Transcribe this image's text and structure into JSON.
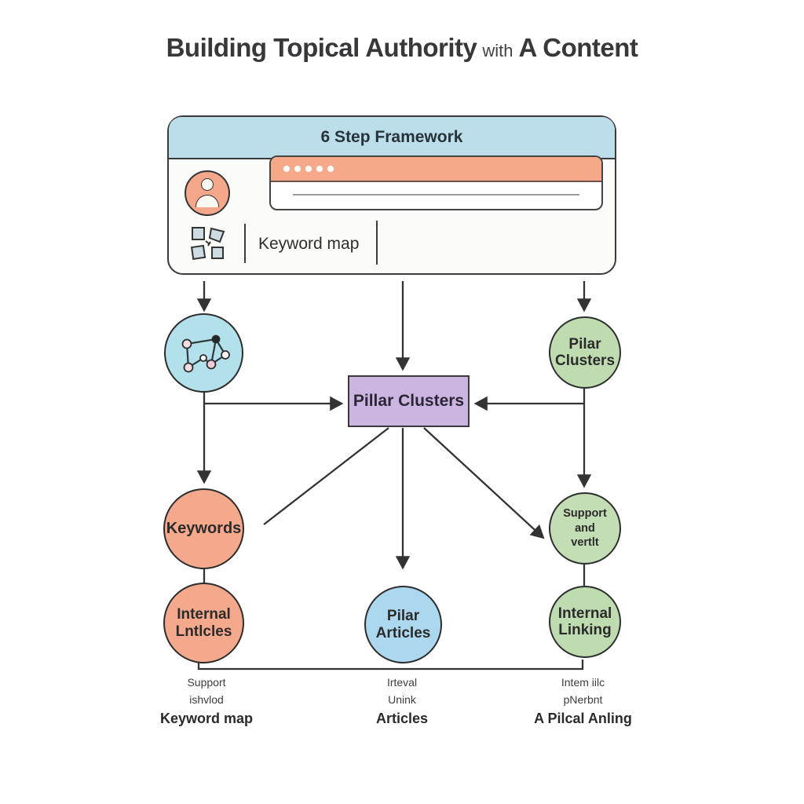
{
  "title": {
    "bold_left": "Building Topical Authority",
    "connector": "with",
    "bold_right": "A Content"
  },
  "framework_card": {
    "header": "6 Step Framework",
    "toolbar_dots": 5,
    "menu_item": "Keyword map",
    "icons": {
      "avatar": "person-avatar-icon",
      "menu": "sitemap-grid-icon"
    }
  },
  "flow": {
    "pillar_box_label": "Pillar Clusters",
    "network_node_icon": "network-graph-icon",
    "pilar_clusters_node": {
      "lines": [
        "Pilar",
        "Clusters"
      ]
    },
    "keywords_node": {
      "lines": [
        "Keywords"
      ]
    },
    "support_node": {
      "lines": [
        "Support",
        "and",
        "vertlt"
      ]
    },
    "internal_articles_node": {
      "lines": [
        "Internal",
        "Lntlcles"
      ]
    },
    "pilar_articles_node": {
      "lines": [
        "Pilar",
        "Articles"
      ]
    },
    "internal_linking_node": {
      "lines": [
        "Internal",
        "Linking"
      ]
    }
  },
  "footnotes": [
    {
      "small": [
        "Support",
        "ishvlod"
      ],
      "bold": "Keyword map"
    },
    {
      "small": [
        "Irteval",
        "Unink"
      ],
      "bold": "Articles"
    },
    {
      "small": [
        "Intem iilc",
        "pNerbnt"
      ],
      "bold": "A Pilcal Anling"
    }
  ],
  "colors": {
    "header_blue": "#bcdeea",
    "accent_orange": "#f5a988",
    "node_green": "#bedcb0",
    "node_blue": "#acd8ef",
    "network_blue": "#b3e1eb",
    "pillar_purple": "#ccb6e1",
    "outline_dark": "#333333"
  }
}
